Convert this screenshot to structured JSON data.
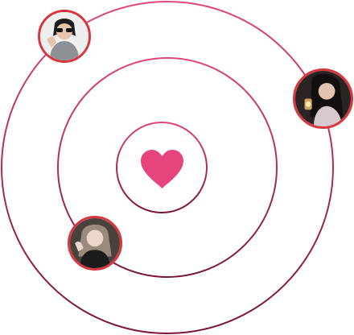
{
  "colors": {
    "orbit_gradient_start": "#e0457b",
    "orbit_gradient_end": "#7a1434",
    "heart": "#e6447e",
    "avatar_border": "#d9363e"
  },
  "center_icon": "heart-icon",
  "avatars": [
    {
      "icon": "user-avatar",
      "description_name": "avatar-1"
    },
    {
      "icon": "user-avatar",
      "description_name": "avatar-2"
    },
    {
      "icon": "user-avatar",
      "description_name": "avatar-3"
    }
  ]
}
